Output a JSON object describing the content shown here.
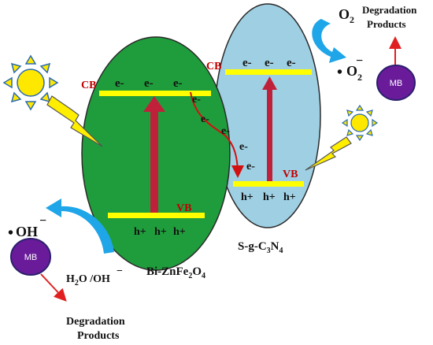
{
  "left_catalyst": {
    "cb_label": "CB",
    "vb_label": "VB",
    "electrons": [
      "e-",
      "e-",
      "e-"
    ],
    "holes": [
      "h+",
      "h+",
      "h+"
    ],
    "name_main": "Bi-ZnFe",
    "name_sub1": "2",
    "name_mid": "O",
    "name_sub2": "4"
  },
  "right_catalyst": {
    "cb_label": "CB",
    "vb_label": "VB",
    "electrons": [
      "e-",
      "e-",
      "e-"
    ],
    "holes": [
      "h+",
      "h+",
      "h+"
    ],
    "name_main": "S-g-C",
    "name_sub1": "3",
    "name_mid": "N",
    "name_sub2": "4"
  },
  "transfer_electrons": [
    "e-",
    "e-",
    "e-",
    "e-",
    "e-"
  ],
  "top_right": {
    "o2": "O",
    "o2_sub": "2",
    "radical": "O",
    "radical_sub": "2",
    "radical_charge": "−",
    "mb_label": "MB",
    "degradation_line1": "Degradation",
    "degradation_line2": "Products"
  },
  "bottom_left": {
    "oh_radical": "OH",
    "oh_charge": "−",
    "mb_label": "MB",
    "water_label": "H",
    "water_sub": "2",
    "water_rest": "O /OH",
    "water_charge": "−",
    "degradation_line1": "Degradation",
    "degradation_line2": "Products"
  },
  "colors": {
    "left_ellipse": "#1f9d3c",
    "right_ellipse": "#9ecfe2",
    "band": "#ffff00",
    "excitation_arrow": "#c0213a",
    "transfer_arrow": "#d21010",
    "flow_arrow": "#1ea6e8",
    "mb_circle": "#6a1b9a",
    "sun": "#ffe800",
    "lightning": "#ffee00"
  },
  "icons": [
    "sun-icon",
    "lightning-icon",
    "curved-arrow-icon"
  ]
}
